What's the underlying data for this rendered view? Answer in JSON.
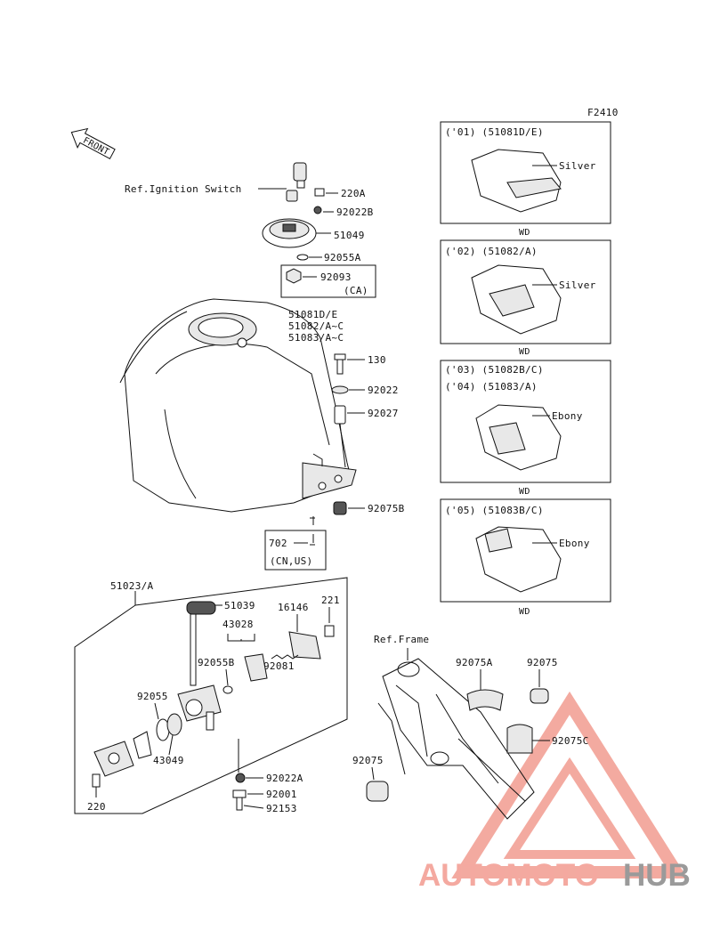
{
  "figure_code": "F2410",
  "front_label": "FRONT",
  "ref_ignition": "Ref.Ignition Switch",
  "ref_frame": "Ref.Frame",
  "parts": {
    "p220A": "220A",
    "p92022B": "92022B",
    "p51049": "51049",
    "p92055A": "92055A",
    "p92093": "92093",
    "p92093_ca": "(CA)",
    "tank1": "51081D/E",
    "tank2": "51082/A~C",
    "tank3": "51083/A~C",
    "p130": "130",
    "p92022": "92022",
    "p92027": "92027",
    "p92075B": "92075B",
    "p702": "702",
    "p702_note": "(CN,US)",
    "p51023A": "51023/A",
    "p51039": "51039",
    "p43028": "43028",
    "p16146": "16146",
    "p221": "221",
    "p92055B": "92055B",
    "p92081": "92081",
    "p92055": "92055",
    "p43049": "43049",
    "p92022A": "92022A",
    "p92001": "92001",
    "p92153": "92153",
    "p220": "220",
    "p92075A": "92075A",
    "p92075a": "92075",
    "p92075C": "92075C",
    "p92075b": "92075"
  },
  "variants": [
    {
      "title": "('01) (51081D/E)",
      "color": "Silver",
      "region": "WD"
    },
    {
      "title": "('02) (51082/A)",
      "color": "Silver",
      "region": "WD"
    },
    {
      "title": "('03) (51082B/C)",
      "title2": "('04) (51083/A)",
      "color": "Ebony",
      "region": "WD"
    },
    {
      "title": "('05) (51083B/C)",
      "color": "Ebony",
      "region": "WD"
    }
  ],
  "watermark": {
    "brand_a": "AUTOMOTO",
    "brand_b": "HUB",
    "color_a": "#f4a9a0",
    "color_b": "#9a9a9a"
  }
}
